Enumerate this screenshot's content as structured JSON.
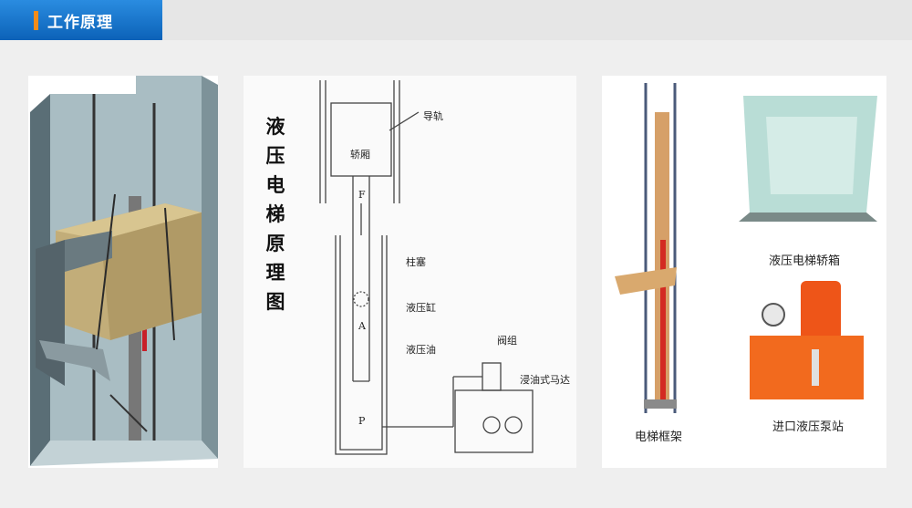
{
  "header": {
    "title": "工作原理"
  },
  "diagram": {
    "vertical_title": [
      "液",
      "压",
      "电",
      "梯",
      "原",
      "理",
      "图"
    ],
    "labels": {
      "guide_rail": "导轨",
      "car": "轿厢",
      "force": "F",
      "plunger": "柱塞",
      "cylinder": "液压缸",
      "area": "A",
      "oil": "液压油",
      "pressure": "P",
      "valve": "阀组",
      "motor": "浸油式马达"
    }
  },
  "photos": {
    "frame_caption": "电梯框架",
    "cabin_caption": "液压电梯轿箱",
    "pump_caption": "进口液压泵站"
  },
  "colors": {
    "accent": "#f28c1a",
    "brand": "#1a7bd2"
  }
}
